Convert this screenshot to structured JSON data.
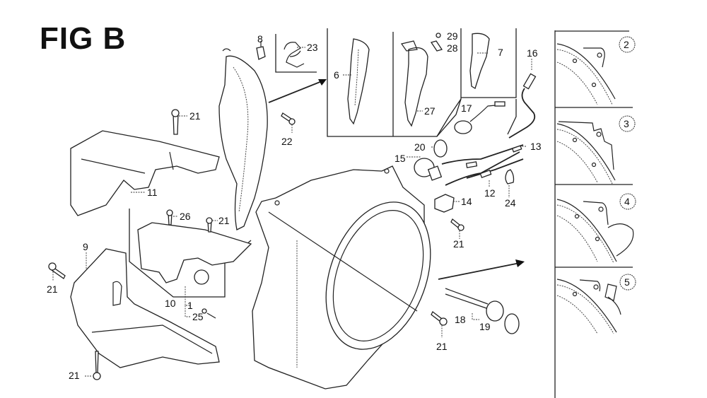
{
  "figure": {
    "title": "FIG B"
  },
  "callouts": [
    {
      "id": "c-21a",
      "label": "21",
      "part": "bolt"
    },
    {
      "id": "c-22",
      "label": "22",
      "part": "bolt"
    },
    {
      "id": "c-8",
      "label": "8",
      "part": "nut"
    },
    {
      "id": "c-23",
      "label": "23",
      "part": "clip"
    },
    {
      "id": "c-6",
      "label": "6",
      "part": "shroud plate"
    },
    {
      "id": "c-27",
      "label": "27",
      "part": "shroud plate"
    },
    {
      "id": "c-29",
      "label": "29",
      "part": "screw"
    },
    {
      "id": "c-28",
      "label": "28",
      "part": "washer"
    },
    {
      "id": "c-7",
      "label": "7",
      "part": "shroud plate"
    },
    {
      "id": "c-16",
      "label": "16",
      "part": "wire lead"
    },
    {
      "id": "c-17",
      "label": "17",
      "part": "switch"
    },
    {
      "id": "c-20",
      "label": "20",
      "part": "grommet"
    },
    {
      "id": "c-15",
      "label": "15",
      "part": "switch"
    },
    {
      "id": "c-13",
      "label": "13",
      "part": "wire harness"
    },
    {
      "id": "c-12",
      "label": "12",
      "part": "wire harness"
    },
    {
      "id": "c-24",
      "label": "24",
      "part": "clamp"
    },
    {
      "id": "c-14",
      "label": "14",
      "part": "module"
    },
    {
      "id": "c-21b",
      "label": "21",
      "part": "bolt"
    },
    {
      "id": "c-11",
      "label": "11",
      "part": "cover"
    },
    {
      "id": "c-26",
      "label": "26",
      "part": "bolt"
    },
    {
      "id": "c-21c",
      "label": "21",
      "part": "bolt"
    },
    {
      "id": "c-9",
      "label": "9",
      "part": "lower cover"
    },
    {
      "id": "c-21d",
      "label": "21",
      "part": "bolt"
    },
    {
      "id": "c-10",
      "label": "10",
      "part": "assembly"
    },
    {
      "id": "c-1",
      "label": "1",
      "part": "switch"
    },
    {
      "id": "c-25",
      "label": "25",
      "part": "screw"
    },
    {
      "id": "c-21e",
      "label": "21",
      "part": "bolt"
    },
    {
      "id": "c-21f",
      "label": "21",
      "part": "bolt"
    },
    {
      "id": "c-18",
      "label": "18",
      "part": "switch assembly"
    },
    {
      "id": "c-19",
      "label": "19",
      "part": "nut"
    }
  ],
  "variants": [
    {
      "label": "2"
    },
    {
      "label": "3"
    },
    {
      "label": "4"
    },
    {
      "label": "5"
    }
  ]
}
